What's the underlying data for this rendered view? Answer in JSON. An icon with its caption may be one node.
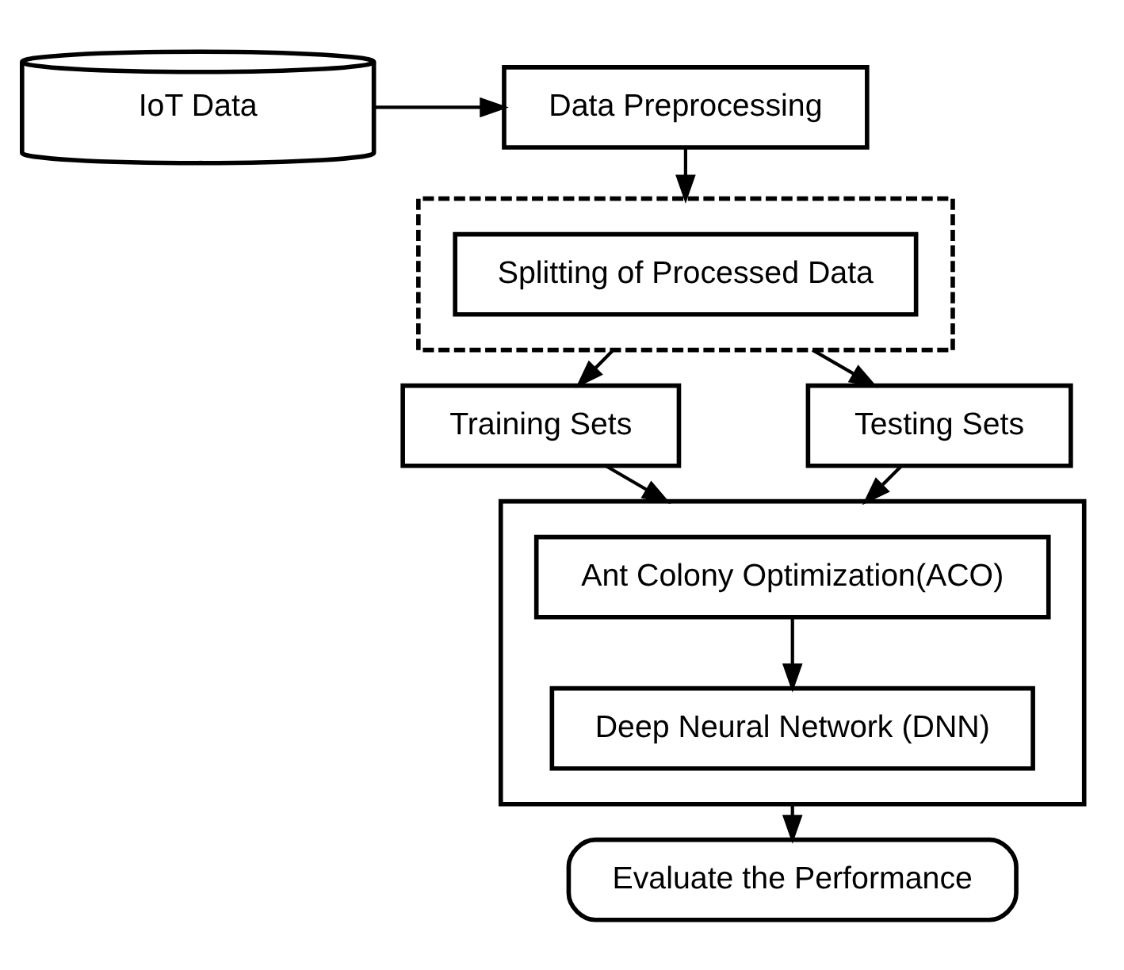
{
  "diagram": {
    "nodes": [
      {
        "text": [
          "IoT Data"
        ]
      },
      {
        "text": [
          "Data Preprocessing"
        ]
      },
      {
        "text": [],
        "shape": "box"
      },
      {
        "text": [
          "Splitting of Processed Data"
        ],
        "in": 2
      },
      {
        "text": [
          "Training Sets"
        ]
      },
      {
        "text": [
          "Testing Sets"
        ]
      },
      {
        "text": [],
        "shape": "box"
      },
      {
        "text": [
          "Ant Colony Optimization(ACO)"
        ],
        "in": 6
      },
      {
        "text": [
          "Deep Neural Network (DNN)"
        ],
        "in": 6
      },
      {
        "text": [
          "Evaluate the Performance"
        ]
      }
    ],
    "edges": [
      {
        "from": 0,
        "to": 1,
        "arrow": "to"
      },
      {
        "from": 1,
        "to": 2,
        "arrow": "to"
      },
      {
        "from": 2,
        "to": 4,
        "arrow": "to"
      },
      {
        "from": 2,
        "to": 5,
        "arrow": "to"
      },
      {
        "from": 4,
        "to": 6,
        "arrow": "to"
      },
      {
        "from": 5,
        "to": 6,
        "arrow": "to"
      },
      {
        "from": 7,
        "to": 8,
        "arrow": "to"
      },
      {
        "from": 6,
        "to": 9,
        "arrow": "to"
      }
    ]
  }
}
